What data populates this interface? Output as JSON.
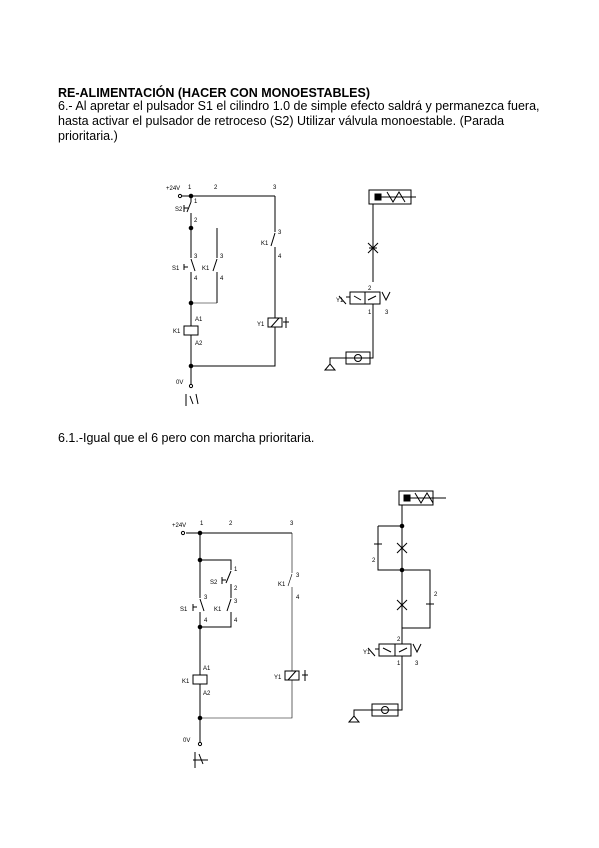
{
  "document": {
    "heading": "RE-ALIMENTACIÓN (HACER CON MONOESTABLES)",
    "exercise_6": "6.- Al apretar el pulsador S1 el cilindro 1.0 de simple efecto saldrá y permanezca fuera, hasta activar el pulsador de retroceso (S2) Utilizar válvula monoestable. (Parada prioritaria.)",
    "exercise_6_1": "6.1.-Igual que el 6 pero con marcha prioritaria."
  },
  "diagram1": {
    "supply": "+24V",
    "ground": "0V",
    "nodes": [
      "1",
      "2",
      "3"
    ],
    "s2": "S2",
    "s1": "S1",
    "k1": "K1",
    "y1": "Y1",
    "a1": "A1",
    "a2": "A2",
    "t1": "1",
    "t2": "2",
    "t3": "3",
    "t4": "4"
  },
  "diagram2": {
    "supply": "+24V",
    "ground": "0V",
    "nodes": [
      "1",
      "2",
      "3"
    ],
    "s2": "S2",
    "s1": "S1",
    "k1": "K1",
    "y1": "Y1",
    "a1": "A1",
    "a2": "A2",
    "t1": "1",
    "t2": "2",
    "t3": "3",
    "t4": "4"
  }
}
